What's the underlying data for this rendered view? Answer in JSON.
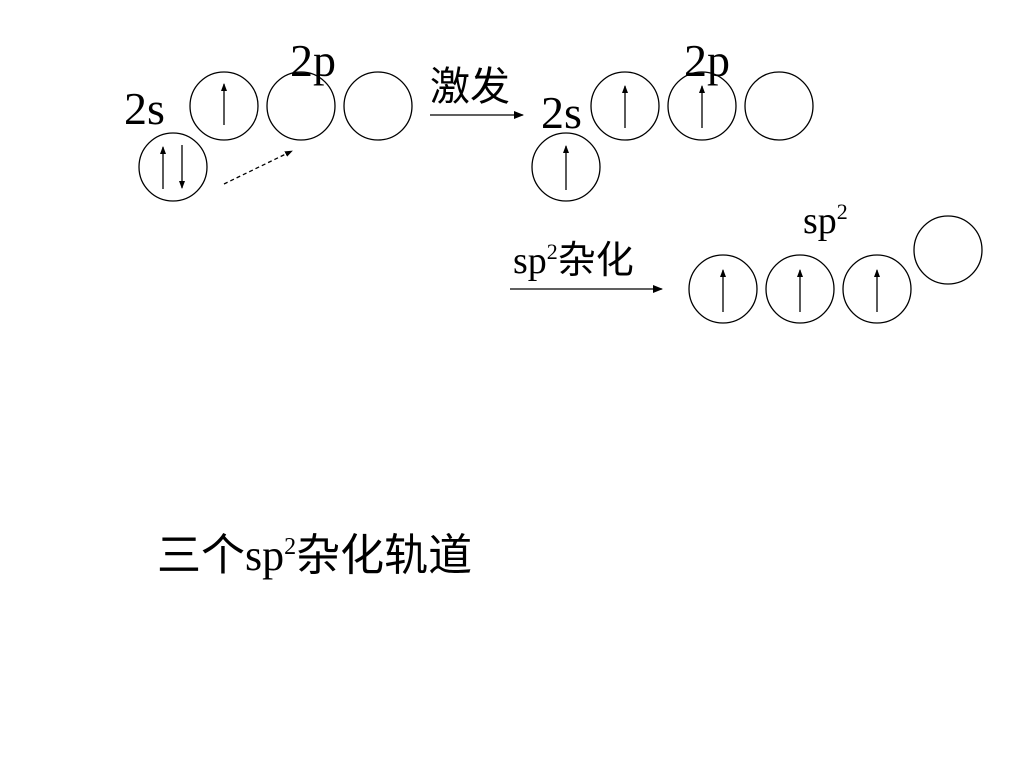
{
  "ground": {
    "s_label": "2s",
    "p_label": "2p",
    "s": [
      "up-down"
    ],
    "p": [
      "up",
      "empty",
      "empty"
    ]
  },
  "excitation": {
    "label": "激发"
  },
  "excited": {
    "s_label": "2s",
    "p_label": "2p",
    "s": [
      "up"
    ],
    "p": [
      "up",
      "up",
      "empty"
    ]
  },
  "hybridization": {
    "label_base": "sp",
    "label_sup": "2",
    "label_tail": "杂化",
    "sp2_label_base": "sp",
    "sp2_label_sup": "2",
    "hybrid": [
      "up",
      "up",
      "up"
    ],
    "p_remaining": [
      "empty"
    ]
  },
  "caption": {
    "prefix": "三个sp",
    "sup": "2",
    "suffix": "杂化轨道"
  }
}
